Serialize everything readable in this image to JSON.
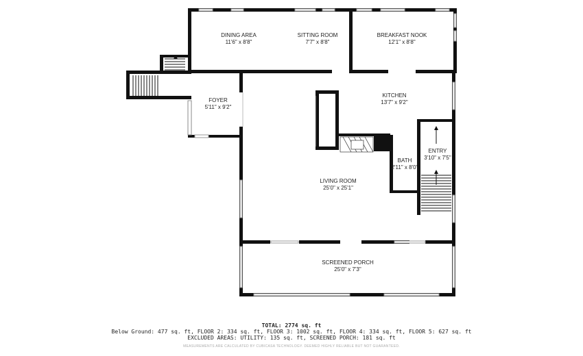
{
  "rooms": {
    "dining_area": {
      "name": "DINING AREA",
      "dim": "11'6\" x 8'8\""
    },
    "sitting_room": {
      "name": "SITTING ROOM",
      "dim": "7'7\" x 8'8\""
    },
    "breakfast_nook": {
      "name": "BREAKFAST NOOK",
      "dim": "12'1\" x 8'8\""
    },
    "foyer": {
      "name": "FOYER",
      "dim": "5'11\" x 9'2\""
    },
    "kitchen": {
      "name": "KITCHEN",
      "dim": "13'7\" x 9'2\""
    },
    "entry": {
      "name": "ENTRY",
      "dim": "3'10\" x 7'5\""
    },
    "bath": {
      "name": "BATH",
      "dim": "2'11\" x 8'0\""
    },
    "living_room": {
      "name": "LIVING ROOM",
      "dim": "25'0\" x 25'1\""
    },
    "screened_porch": {
      "name": "SCREENED PORCH",
      "dim": "25'0\" x 7'3\""
    }
  },
  "summary": {
    "total": "TOTAL: 2774 sq. ft",
    "floors": "Below Ground: 477 sq. ft, FLOOR 2: 334 sq. ft, FLOOR 3: 1002 sq. ft, FLOOR 4: 334 sq. ft, FLOOR 5: 627 sq. ft",
    "excluded": "EXCLUDED AREAS: UTILITY: 135 sq. ft, SCREENED PORCH: 181 sq. ft",
    "disclaimer": "MEASUREMENTS ARE CALCULATED BY CUBICASA TECHNOLOGY. DEEMED HIGHLY RELIABLE BUT NOT GUARANTEED."
  },
  "colors": {
    "wall": "#111111",
    "window": "#bbbbbb",
    "text": "#222222"
  }
}
